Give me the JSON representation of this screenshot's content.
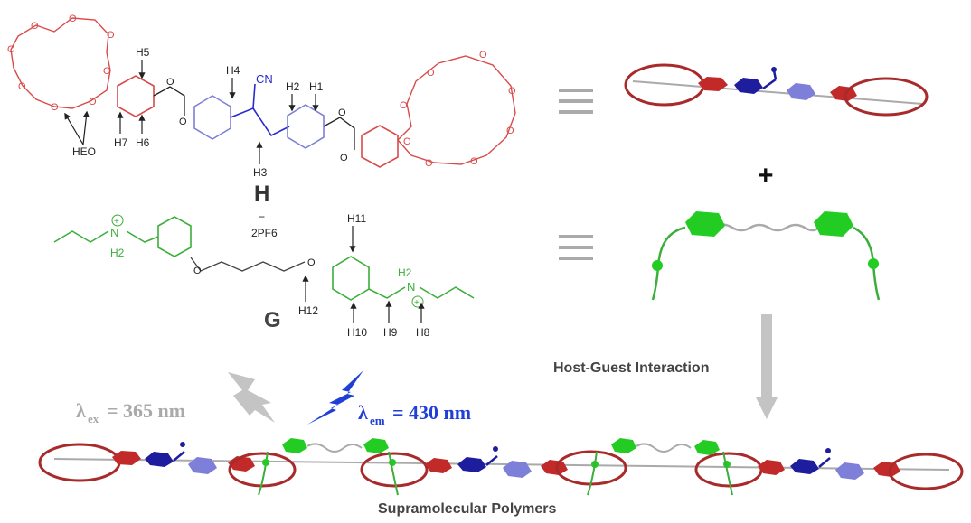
{
  "colors": {
    "crown": "#d94a4a",
    "ring_dark": "#a82a2a",
    "host_linker": "#7d7fd8",
    "cn_blue": "#2a2acf",
    "guest": "#3cae3c",
    "guest_bright": "#22cc22",
    "gray": "#aaaaaa",
    "lightning_gray": "#c4c4c4",
    "lightning_blue": "#1f3fd8",
    "text": "#222222"
  },
  "host": {
    "label": "H",
    "cn": "CN",
    "h1": "H1",
    "h2": "H2",
    "h3": "H3",
    "h4": "H4",
    "h5": "H5",
    "h6": "H6",
    "h7": "H7",
    "heo": "HEO"
  },
  "guest": {
    "label": "G",
    "counterion": "2PF6",
    "minus": "−",
    "nh2_left": "H2",
    "nh2_right": "H2",
    "n": "N",
    "plus": "+",
    "h8": "H8",
    "h9": "H9",
    "h10": "H10",
    "h11": "H11",
    "h12": "H12"
  },
  "plus_sign": "+",
  "interaction_label": "Host-Guest Interaction",
  "excitation": {
    "symbol": "λ",
    "sub": "ex",
    "value": "= 365 nm"
  },
  "emission": {
    "symbol": "λ",
    "sub": "em",
    "value": "= 430 nm"
  },
  "polymer_label": "Supramolecular Polymers",
  "icons": [
    "equivalence-icon",
    "down-arrow-icon",
    "lightning-icon"
  ]
}
